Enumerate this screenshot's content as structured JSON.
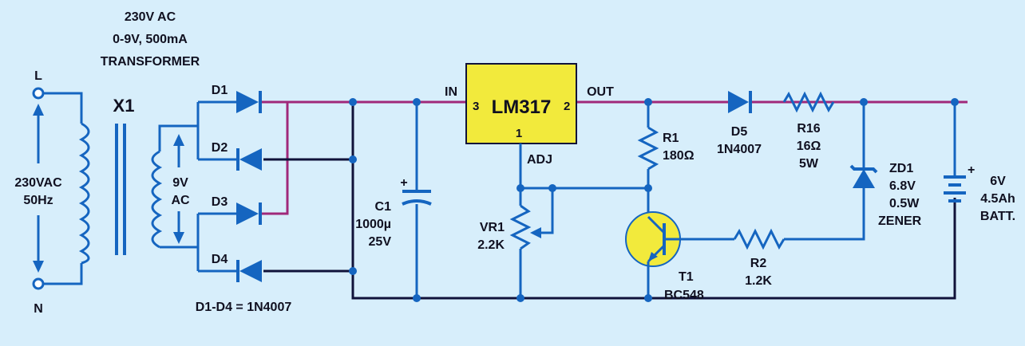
{
  "colors": {
    "background": "#d7eefb",
    "positive_rail": "#a0287a",
    "wire": "#10123a",
    "component": "#1565c0",
    "regulator": "#f2ea3c"
  },
  "transformer": {
    "title_lines": [
      "230V AC",
      "0-9V, 500mA",
      "TRANSFORMER"
    ],
    "ref": "X1",
    "input_line": "L",
    "input_neutral": "N",
    "input_label_lines": [
      "230VAC",
      "50Hz"
    ],
    "secondary_label_lines": [
      "9V",
      "AC"
    ]
  },
  "rectifier": {
    "diodes": [
      "D1",
      "D2",
      "D3",
      "D4"
    ],
    "note": "D1-D4 = 1N4007"
  },
  "capacitor": {
    "label_lines": [
      "C1",
      "1000µ",
      "25V"
    ],
    "polarity": "+"
  },
  "regulator": {
    "name": "LM317",
    "pin_in_label": "IN",
    "pin_out_label": "OUT",
    "adj_label": "ADJ",
    "pin_in_num": "3",
    "pin_out_num": "2",
    "pin_adj_num": "1"
  },
  "vr1": {
    "label_lines": [
      "VR1",
      "2.2K"
    ]
  },
  "r1": {
    "label_lines": [
      "R1",
      "180Ω"
    ]
  },
  "t1": {
    "label_lines": [
      "T1",
      "BC548"
    ]
  },
  "r2": {
    "label_lines": [
      "R2",
      "1.2K"
    ]
  },
  "d5": {
    "label_lines": [
      "D5",
      "1N4007"
    ]
  },
  "r16": {
    "label_lines": [
      "R16",
      "16Ω",
      "5W"
    ]
  },
  "zd1": {
    "label_lines": [
      "ZD1",
      "6.8V",
      "0.5W",
      "ZENER"
    ]
  },
  "battery": {
    "label_lines": [
      "6V",
      "4.5Ah",
      "BATT."
    ],
    "polarity": "+"
  }
}
